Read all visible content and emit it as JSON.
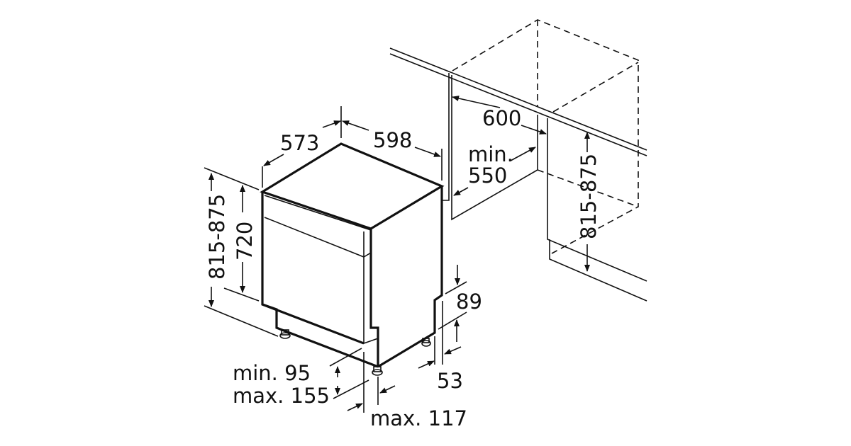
{
  "diagram": {
    "title": "Under-counter dishwasher installation dimensions (mm)",
    "labels": {
      "depth": "573",
      "width": "598",
      "total_height": "815-875",
      "body_height": "720",
      "niche_width": "600",
      "niche_depth_min": "min.",
      "niche_depth_value": "550",
      "niche_height": "815-875",
      "plinth_89": "89",
      "plinth_53": "53",
      "plinth_height_min": "min. 95",
      "plinth_height_max": "max. 155",
      "door_offset_max": "max. 117"
    },
    "colors": {
      "line": "#111111",
      "background": "#ffffff"
    }
  }
}
